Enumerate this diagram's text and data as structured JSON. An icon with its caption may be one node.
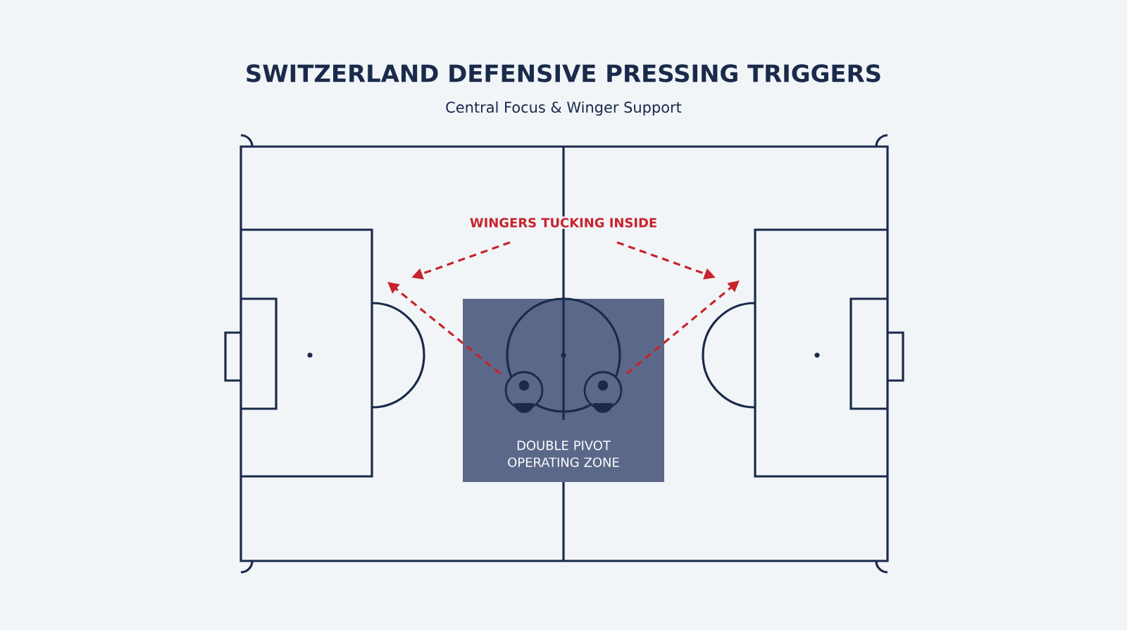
{
  "diagram": {
    "title": "SWITZERLAND DEFENSIVE PRESSING TRIGGERS",
    "caption": "Central Focus & Winger Support",
    "nodes": [
      {
        "text": [
          "DOUBLE PIVOT OPERATING ZONE"
        ]
      },
      {
        "text": [],
        "shape": "person",
        "in": 0
      },
      {
        "text": [],
        "shape": "person",
        "in": 0
      },
      {
        "text": [
          "WINGERS TUCKING INSIDE"
        ]
      }
    ],
    "edges": [
      {
        "from": 3,
        "to": null,
        "arrow": "to",
        "style": "dashed"
      },
      {
        "from": 3,
        "to": null,
        "arrow": "to",
        "style": "dashed"
      },
      {
        "from": 1,
        "to": null,
        "arrow": "to",
        "style": "dashed"
      },
      {
        "from": 2,
        "to": null,
        "arrow": "to",
        "style": "dashed"
      }
    ]
  }
}
